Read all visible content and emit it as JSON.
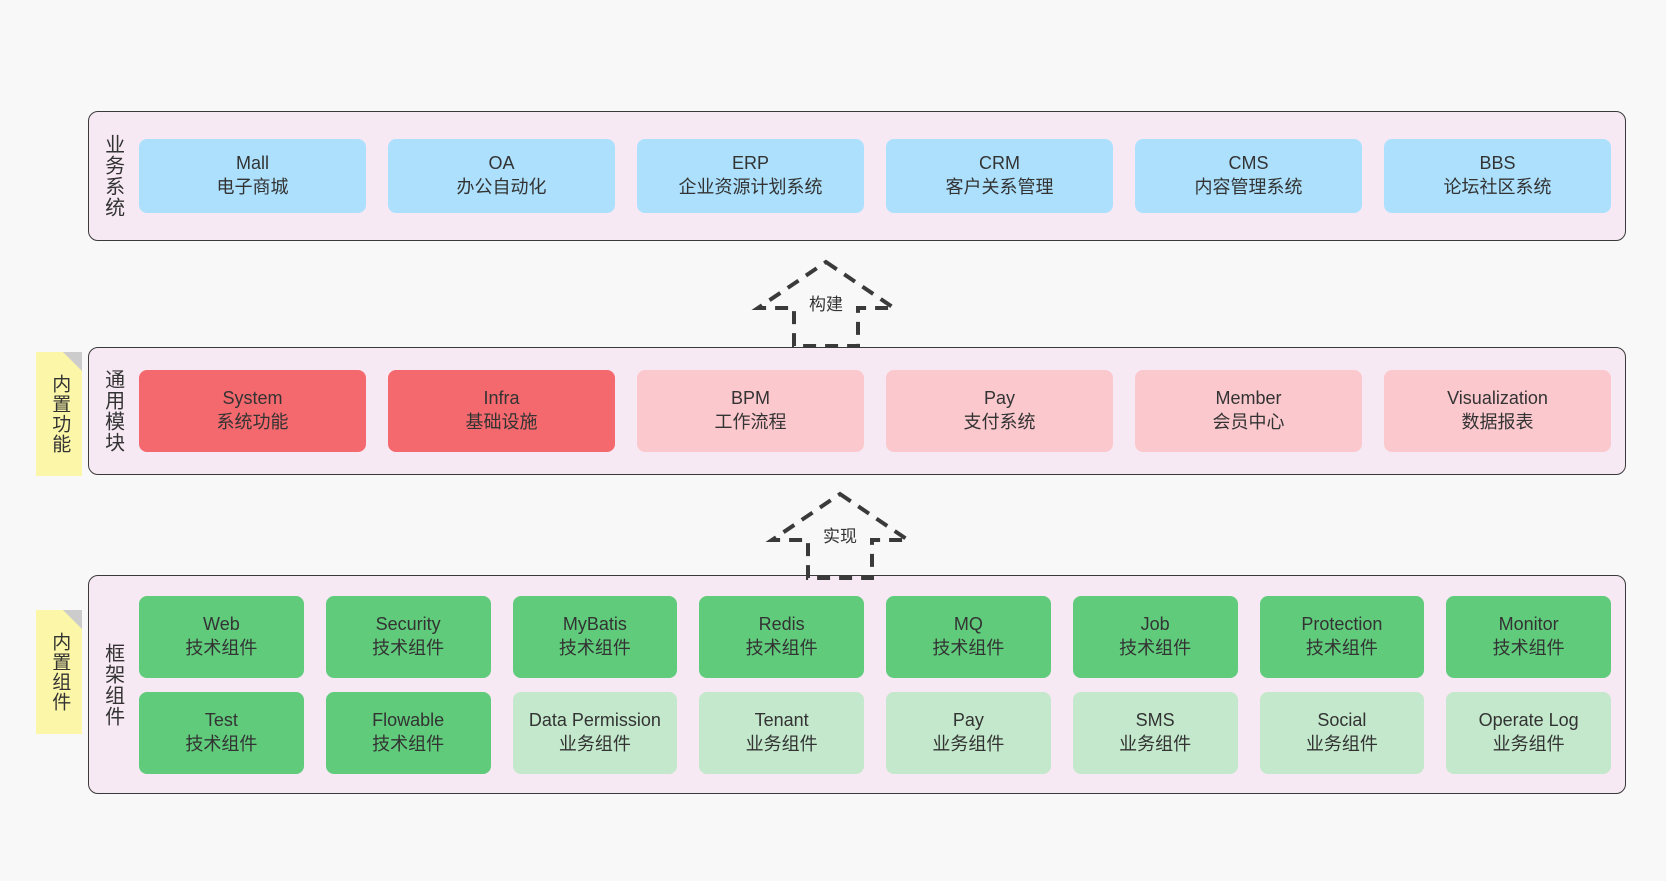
{
  "diagram": {
    "background": "#f8f8f8",
    "panel_bg": "#f7e9f3",
    "panel_border": "#3a3a3a",
    "note_bg": "#fcf7a8",
    "colors": {
      "business_card": "#ace0fd",
      "module_core": "#f4696e",
      "module_other": "#fbc8ce",
      "tech_component": "#5fcb7b",
      "biz_component": "#c3e8cb"
    }
  },
  "layers": {
    "business": {
      "title": "业务系统",
      "cards": [
        {
          "name": "Mall",
          "desc": "电子商城"
        },
        {
          "name": "OA",
          "desc": "办公自动化"
        },
        {
          "name": "ERP",
          "desc": "企业资源计划系统"
        },
        {
          "name": "CRM",
          "desc": "客户关系管理"
        },
        {
          "name": "CMS",
          "desc": "内容管理系统"
        },
        {
          "name": "BBS",
          "desc": "论坛社区系统"
        }
      ]
    },
    "modules": {
      "title": "通用模块",
      "note": "内置功能",
      "cards": [
        {
          "name": "System",
          "desc": "系统功能",
          "variant": "core"
        },
        {
          "name": "Infra",
          "desc": "基础设施",
          "variant": "core"
        },
        {
          "name": "BPM",
          "desc": "工作流程",
          "variant": "other"
        },
        {
          "name": "Pay",
          "desc": "支付系统",
          "variant": "other"
        },
        {
          "name": "Member",
          "desc": "会员中心",
          "variant": "other"
        },
        {
          "name": "Visualization",
          "desc": "数据报表",
          "variant": "other"
        }
      ]
    },
    "framework": {
      "title": "框架组件",
      "note": "内置组件",
      "row1": [
        {
          "name": "Web",
          "desc": "技术组件"
        },
        {
          "name": "Security",
          "desc": "技术组件"
        },
        {
          "name": "MyBatis",
          "desc": "技术组件"
        },
        {
          "name": "Redis",
          "desc": "技术组件"
        },
        {
          "name": "MQ",
          "desc": "技术组件"
        },
        {
          "name": "Job",
          "desc": "技术组件"
        },
        {
          "name": "Protection",
          "desc": "技术组件"
        },
        {
          "name": "Monitor",
          "desc": "技术组件"
        }
      ],
      "row2": [
        {
          "name": "Test",
          "desc": "技术组件",
          "variant": "tech"
        },
        {
          "name": "Flowable",
          "desc": "技术组件",
          "variant": "tech"
        },
        {
          "name": "Data Permission",
          "desc": "业务组件",
          "variant": "biz"
        },
        {
          "name": "Tenant",
          "desc": "业务组件",
          "variant": "biz"
        },
        {
          "name": "Pay",
          "desc": "业务组件",
          "variant": "biz"
        },
        {
          "name": "SMS",
          "desc": "业务组件",
          "variant": "biz"
        },
        {
          "name": "Social",
          "desc": "业务组件",
          "variant": "biz"
        },
        {
          "name": "Operate Log",
          "desc": "业务组件",
          "variant": "biz"
        }
      ]
    }
  },
  "arrows": {
    "build": {
      "label": "构建"
    },
    "implement": {
      "label": "实现"
    }
  }
}
